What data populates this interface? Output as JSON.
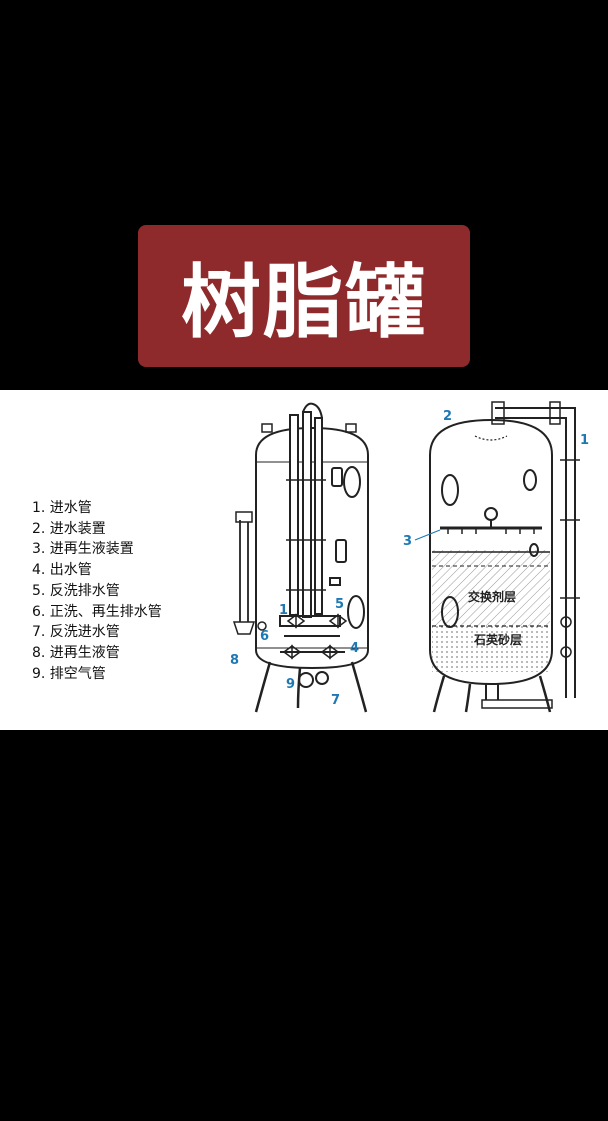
{
  "title": "树脂罐",
  "legend": [
    "1. 进水管",
    "2. 进水装置",
    "3. 进再生液装置",
    "4. 出水管",
    "5. 反洗排水管",
    "6. 正洗、再生排水管",
    "7. 反洗进水管",
    "8. 进再生液管",
    "9. 排空气管"
  ],
  "left_callouts": [
    "1",
    "5",
    "6",
    "8",
    "9",
    "4",
    "7"
  ],
  "right_callouts": [
    "2",
    "1",
    "3"
  ],
  "layers": {
    "resin": "交换剂层",
    "quartz": "石英砂层"
  },
  "colors": {
    "title_bg": "#8e2a2c",
    "callout": "#1e78b4"
  }
}
